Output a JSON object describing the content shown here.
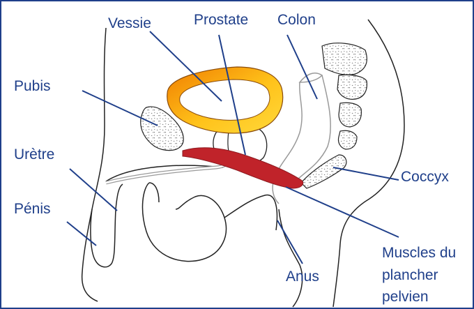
{
  "labels": {
    "vessie": "Vessie",
    "prostate": "Prostate",
    "colon": "Colon",
    "pubis": "Pubis",
    "uretre": "Urètre",
    "penis": "Pénis",
    "coccyx": "Coccyx",
    "anus": "Anus",
    "muscles_line1": "Muscles du",
    "muscles_line2": "plancher",
    "muscles_line3": "pelvien"
  },
  "colors": {
    "label_text": "#1f3f8a",
    "leader_line": "#1f3f8a",
    "frame_border": "#1f3f8a",
    "outline": "#222222",
    "bladder_outer": "#f08a00",
    "bladder_inner": "#ffd22e",
    "pelvic_muscle": "#c0232a",
    "bone_fill": "#ffffff"
  }
}
